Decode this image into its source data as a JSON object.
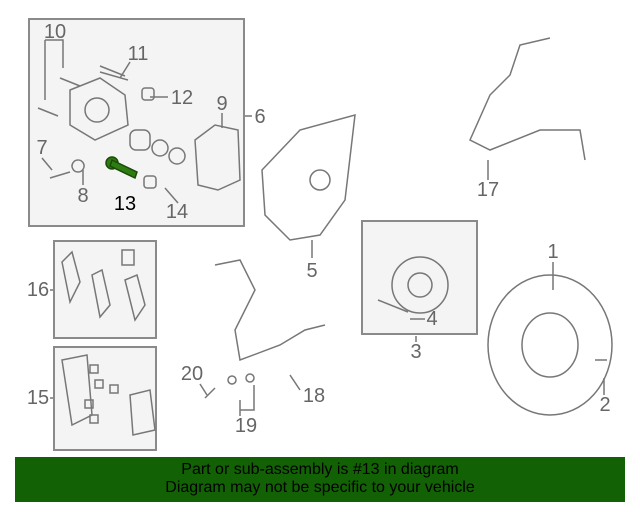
{
  "diagram": {
    "highlighted_part": "13",
    "highlight_color": "#2f7d12",
    "labels": [
      "10",
      "11",
      "12",
      "9",
      "6",
      "7",
      "8",
      "13",
      "14",
      "5",
      "17",
      "16",
      "15",
      "1",
      "4",
      "3",
      "2",
      "20",
      "18",
      "19"
    ]
  },
  "banner": {
    "line1": "Part or sub-assembly is #13 in diagram",
    "line2": "Diagram may not be specific to your vehicle",
    "color": "#136105"
  }
}
